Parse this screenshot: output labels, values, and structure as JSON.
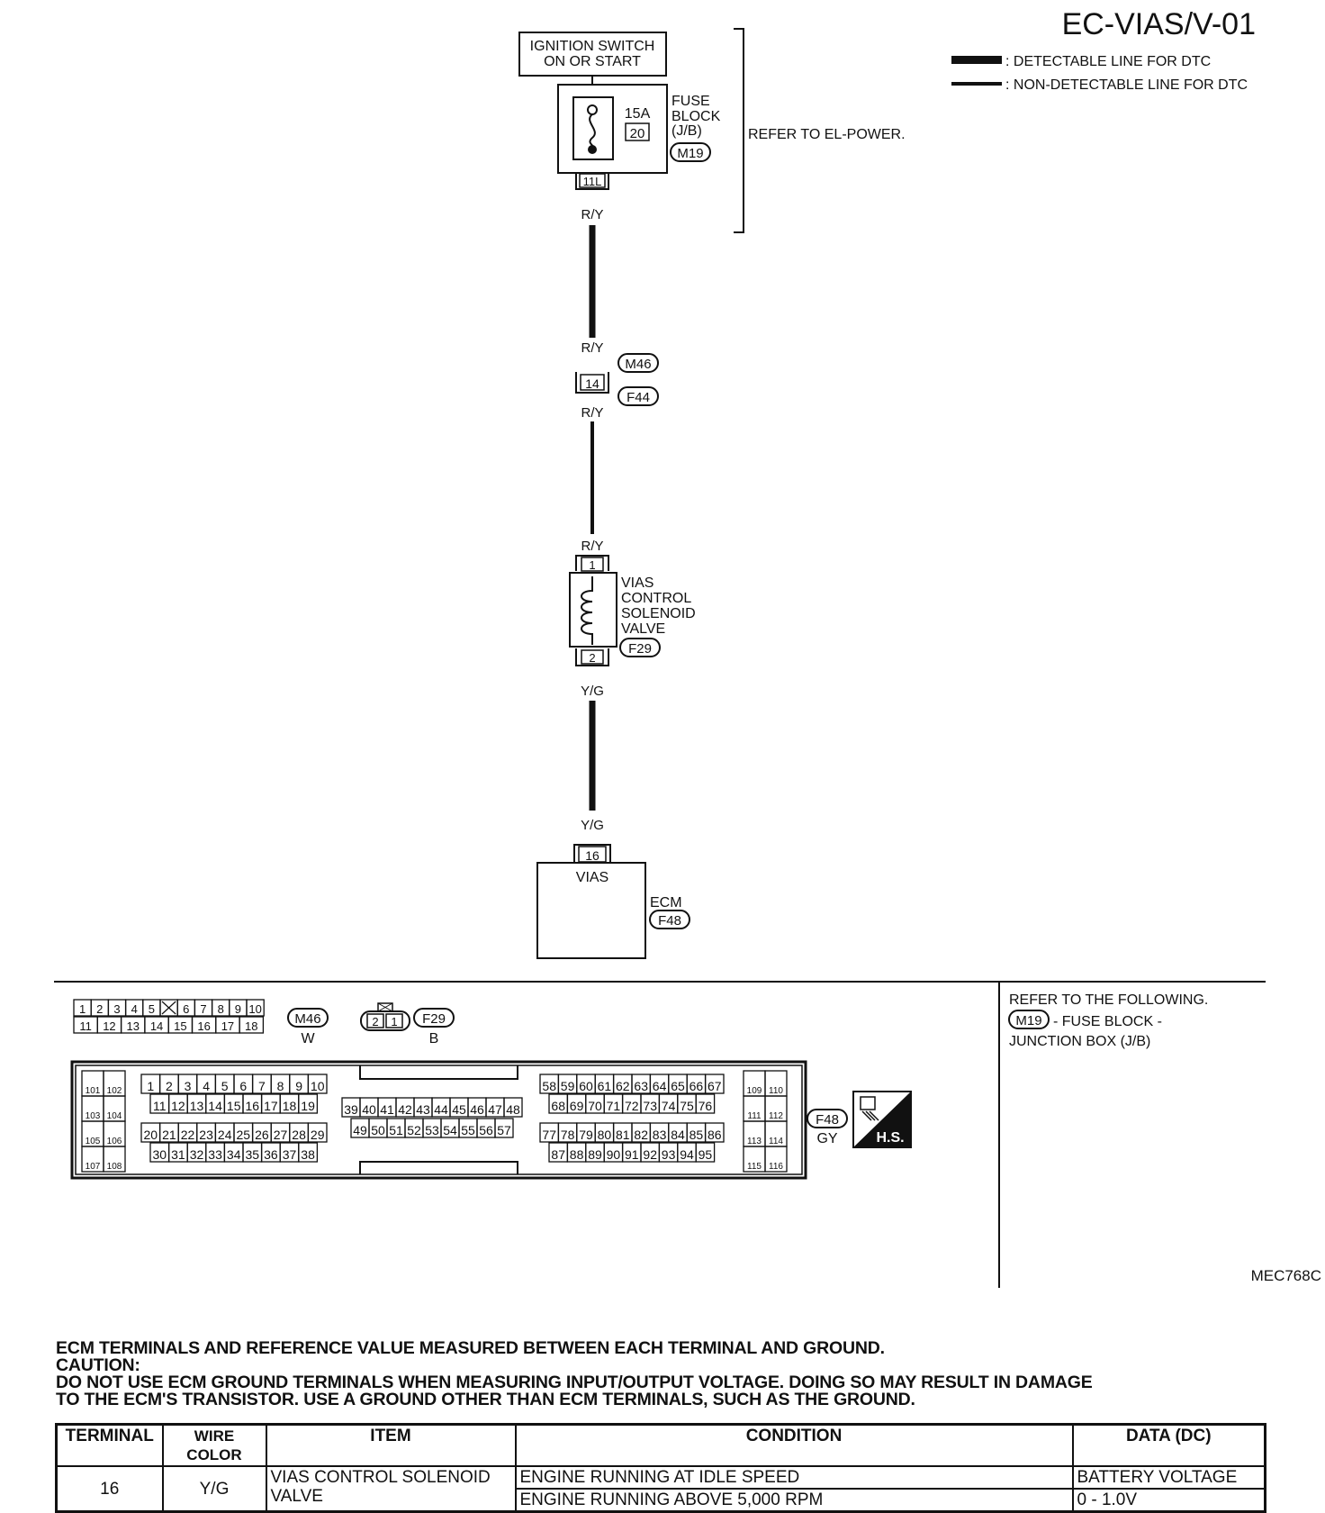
{
  "page_id": "EC-VIAS/V-01",
  "legend": {
    "detectable": ": DETECTABLE LINE FOR DTC",
    "non_detectable": ": NON-DETECTABLE LINE FOR DTC"
  },
  "ignition": {
    "line1": "IGNITION SWITCH",
    "line2": "ON OR START"
  },
  "fuse": {
    "amp": "15A",
    "number": "20",
    "label1": "FUSE",
    "label2": "BLOCK",
    "label3": "(J/B)",
    "connector": "M19",
    "terminal": "11L"
  },
  "refer_power": "REFER TO EL-POWER.",
  "wire_ry": "R/Y",
  "wire_yg": "Y/G",
  "joint": {
    "terminal": "14",
    "top_connector": "M46",
    "bottom_connector": "F44"
  },
  "solenoid": {
    "line1": "VIAS",
    "line2": "CONTROL",
    "line3": "SOLENOID",
    "line4": "VALVE",
    "connector": "F29",
    "pin_top": "1",
    "pin_bottom": "2"
  },
  "ecm": {
    "terminal": "16",
    "signal": "VIAS",
    "label": "ECM",
    "connector": "F48"
  },
  "connectors": {
    "m46_row1": [
      "1",
      "2",
      "3",
      "4",
      "5",
      "",
      "6",
      "7",
      "8",
      "9",
      "10"
    ],
    "m46_row2": [
      "11",
      "12",
      "13",
      "14",
      "15",
      "16",
      "17",
      "18"
    ],
    "m46_id": "M46",
    "m46_color": "W",
    "f29_pins": [
      "2",
      "1"
    ],
    "f29_id": "F29",
    "f29_color": "B",
    "f48_id": "F48",
    "f48_color": "GY",
    "hs": "H.S.",
    "ecm_left": [
      "101",
      "102",
      "103",
      "104",
      "105",
      "106",
      "107",
      "108"
    ],
    "ecm_right": [
      "109",
      "110",
      "111",
      "112",
      "113",
      "114",
      "115",
      "116"
    ],
    "ecm_a1": [
      "1",
      "2",
      "3",
      "4",
      "5",
      "6",
      "7",
      "8",
      "9",
      "10"
    ],
    "ecm_a2": [
      "11",
      "12",
      "13",
      "14",
      "15",
      "16",
      "17",
      "18",
      "19"
    ],
    "ecm_a3": [
      "20",
      "21",
      "22",
      "23",
      "24",
      "25",
      "26",
      "27",
      "28",
      "29"
    ],
    "ecm_a4": [
      "30",
      "31",
      "32",
      "33",
      "34",
      "35",
      "36",
      "37",
      "38"
    ],
    "ecm_b1": [
      "39",
      "40",
      "41",
      "42",
      "43",
      "44",
      "45",
      "46",
      "47",
      "48"
    ],
    "ecm_b2": [
      "49",
      "50",
      "51",
      "52",
      "53",
      "54",
      "55",
      "56",
      "57"
    ],
    "ecm_c1": [
      "58",
      "59",
      "60",
      "61",
      "62",
      "63",
      "64",
      "65",
      "66",
      "67"
    ],
    "ecm_c2": [
      "68",
      "69",
      "70",
      "71",
      "72",
      "73",
      "74",
      "75",
      "76"
    ],
    "ecm_c3": [
      "77",
      "78",
      "79",
      "80",
      "81",
      "82",
      "83",
      "84",
      "85",
      "86"
    ],
    "ecm_c4": [
      "87",
      "88",
      "89",
      "90",
      "91",
      "92",
      "93",
      "94",
      "95"
    ]
  },
  "refer_following": {
    "line1": "REFER TO THE FOLLOWING.",
    "connector": "M19",
    "line2": "- FUSE BLOCK -",
    "line3": "JUNCTION BOX (J/B)"
  },
  "figure_code": "MEC768C",
  "notes": {
    "line1": "ECM TERMINALS AND REFERENCE VALUE MEASURED BETWEEN EACH TERMINAL AND  GROUND.",
    "line2": "CAUTION:",
    "line3": "DO NOT USE ECM GROUND TERMINALS WHEN MEASURING INPUT/OUTPUT VOLTAGE. DOING SO MAY RESULT IN DAMAGE",
    "line4": "TO THE ECM'S TRANSISTOR. USE A GROUND OTHER THAN ECM TERMINALS, SUCH AS THE GROUND."
  },
  "table": {
    "headers": [
      "TERMINAL",
      "WIRE COLOR",
      "ITEM",
      "CONDITION",
      "DATA (DC)"
    ],
    "terminal": "16",
    "wire_color": "Y/G",
    "item": "VIAS CONTROL SOLENOID VALVE",
    "rows": [
      {
        "condition": "ENGINE RUNNING AT IDLE SPEED",
        "data": "BATTERY VOLTAGE"
      },
      {
        "condition": "ENGINE RUNNING ABOVE 5,000 RPM",
        "data": "0 - 1.0V"
      }
    ]
  }
}
